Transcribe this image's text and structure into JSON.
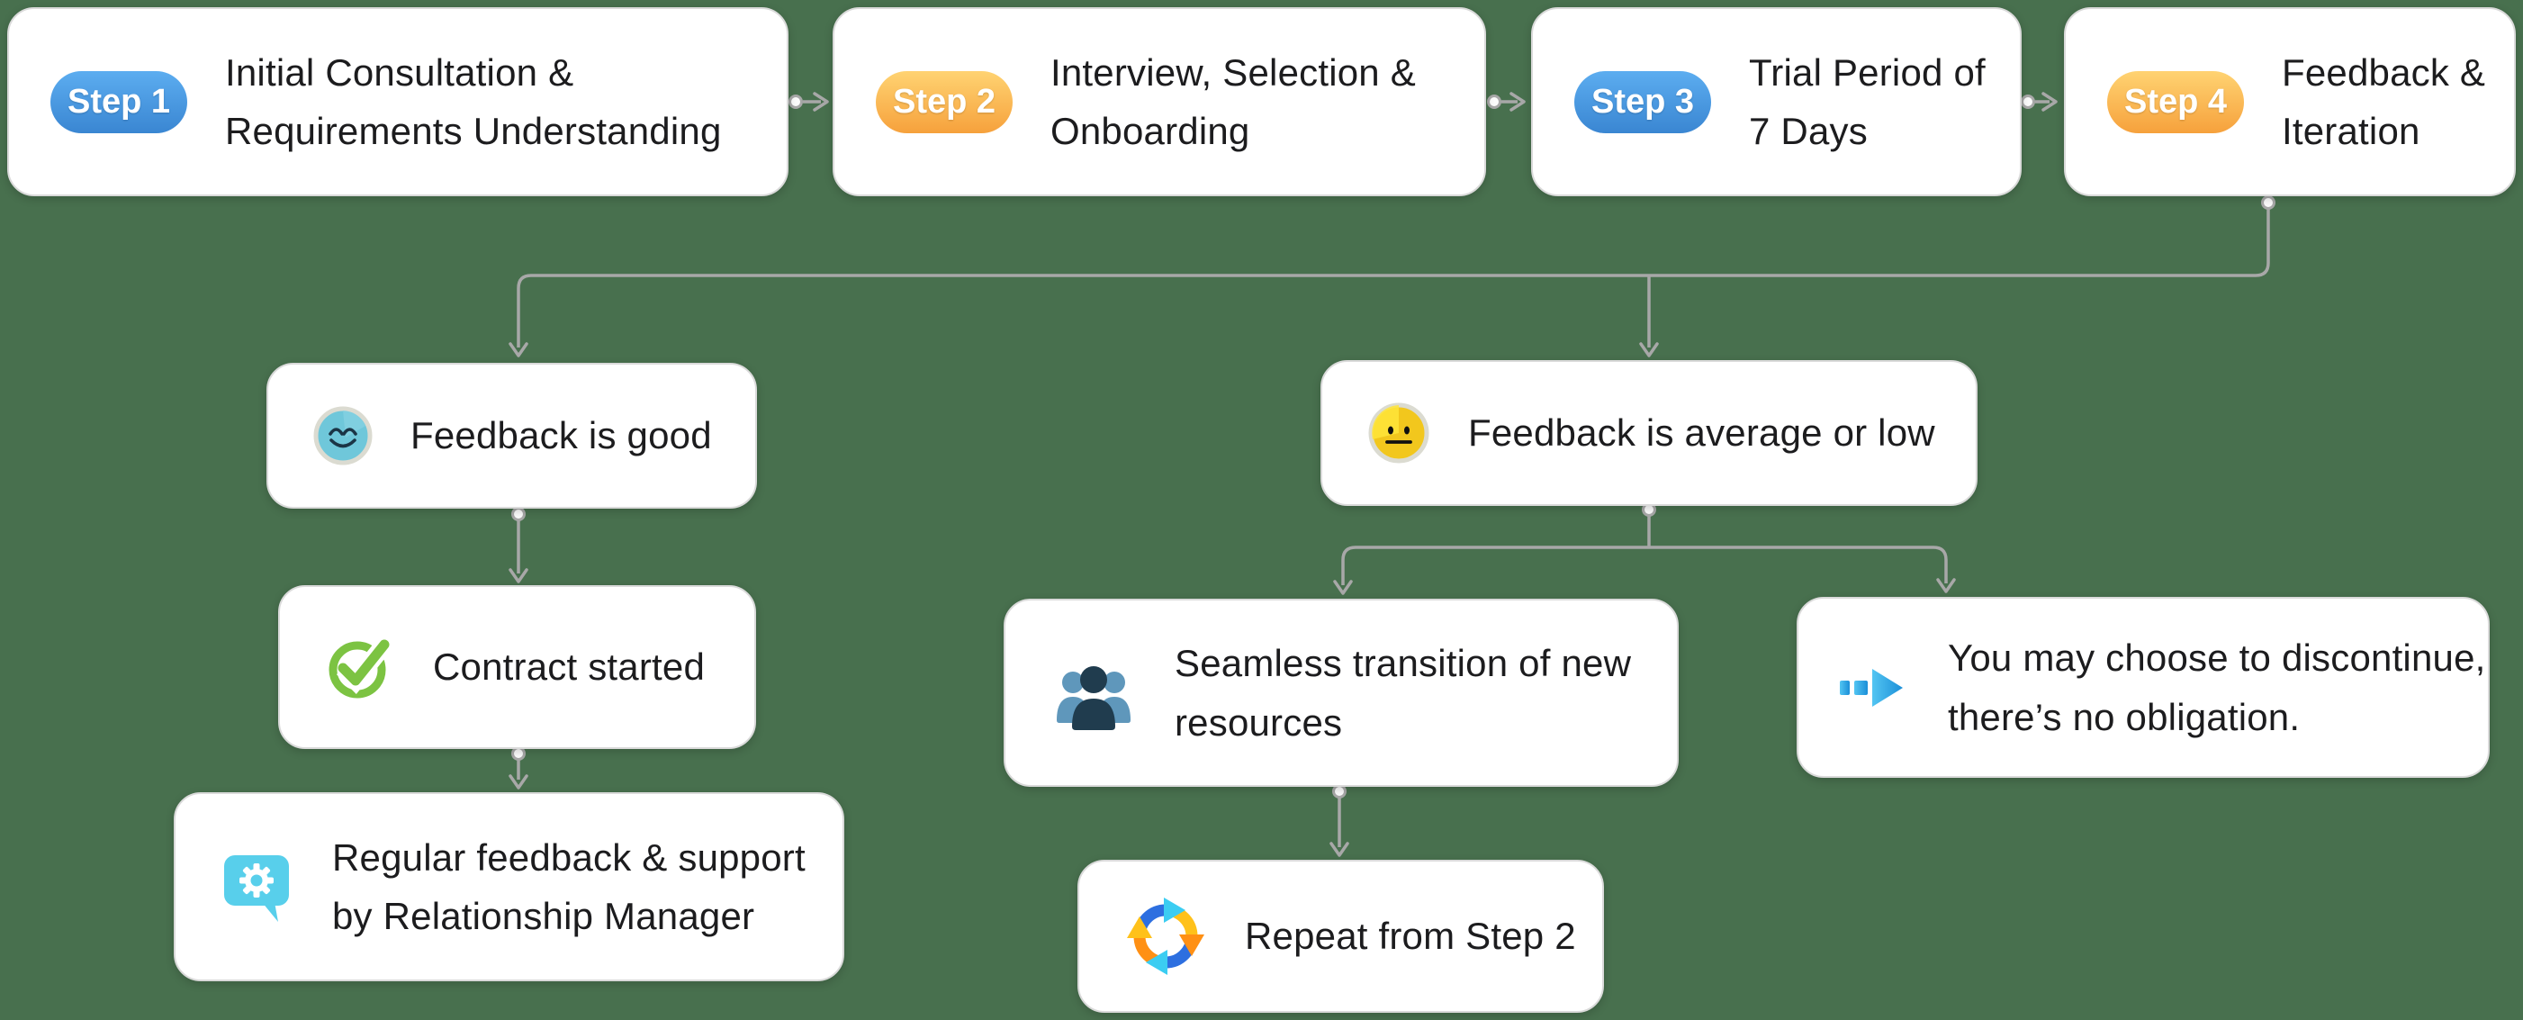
{
  "diagram": {
    "type": "flowchart",
    "steps": [
      {
        "badge": "Step 1",
        "badge_color": "blue",
        "lines": [
          "Initial Consultation &",
          "Requirements Understanding"
        ]
      },
      {
        "badge": "Step 2",
        "badge_color": "orange",
        "lines": [
          "Interview, Selection &",
          "Onboarding"
        ]
      },
      {
        "badge": "Step 3",
        "badge_color": "blue",
        "lines": [
          "Trial Period of",
          "7 Days"
        ]
      },
      {
        "badge": "Step 4",
        "badge_color": "orange",
        "lines": [
          "Feedback &",
          "Iteration"
        ]
      }
    ],
    "nodes": {
      "good": {
        "icon": "happy-face-icon",
        "lines": [
          "Feedback is good",
          ""
        ]
      },
      "average": {
        "icon": "neutral-face-icon",
        "lines": [
          "Feedback is average or low",
          ""
        ]
      },
      "contract": {
        "icon": "check-circle-icon",
        "lines": [
          "Contract started",
          ""
        ]
      },
      "support": {
        "icon": "chat-gear-icon",
        "lines": [
          "Regular feedback & support",
          "by Relationship Manager"
        ]
      },
      "transition": {
        "icon": "people-group-icon",
        "lines": [
          "Seamless transition of new",
          "resources"
        ]
      },
      "discontinue": {
        "icon": "fast-forward-arrow-icon",
        "lines": [
          "You may choose to discontinue,",
          "there’s no obligation."
        ]
      },
      "repeat": {
        "icon": "cycle-arrows-icon",
        "lines": [
          "Repeat from Step 2",
          ""
        ]
      }
    },
    "edges": [
      "step1 -> step2",
      "step2 -> step3",
      "step3 -> step4",
      "step4 -> good",
      "step4 -> average",
      "good -> contract",
      "contract -> support",
      "average -> transition",
      "average -> discontinue",
      "transition -> repeat"
    ]
  },
  "colors": {
    "background": "#48704e",
    "node_bg": "#ffffff",
    "text": "#1c1c1e",
    "connector": "#a8a8a8",
    "badge_blue_top": "#5cadf0",
    "badge_blue_bottom": "#3a86d2",
    "badge_orange_top": "#ffd372",
    "badge_orange_bottom": "#f6a13c",
    "happy_face": "#6fc7da",
    "neutral_face": "#f6ca1c",
    "check_green": "#7cc342",
    "chat_cyan": "#58cfeb",
    "people_front": "#203c4e",
    "people_back": "#5f97bb",
    "forward_blue": "#1b8fd8",
    "cycle_blue": "#2d6fe0",
    "cycle_orange": "#ff9014",
    "cycle_gold": "#ffc11a",
    "cycle_cyan": "#3bcdf2"
  }
}
